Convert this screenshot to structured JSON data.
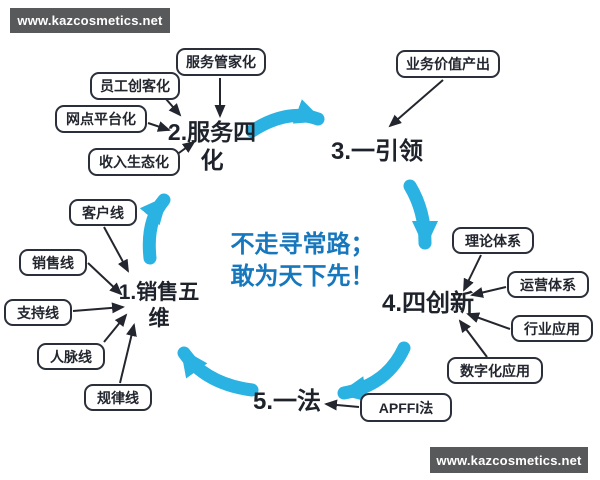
{
  "banners": {
    "top_left": "www.kazcosmetics.net",
    "bottom_right": "www.kazcosmetics.net"
  },
  "motto": {
    "line1": "不走寻常路；",
    "line2": "敢为天下先！"
  },
  "nodes": {
    "sales": {
      "line1": "1.销售五",
      "line2": "维"
    },
    "service": {
      "line1": "2.服务四",
      "line2": "化"
    },
    "lead": {
      "label": "3.一引领"
    },
    "innovation": {
      "label": "4.四创新"
    },
    "method": {
      "label": "5.一法"
    }
  },
  "boxes": {
    "service_butler": "服务管家化",
    "employee_maker": "员工创客化",
    "outlet_platform": "网点平台化",
    "income_ecology": "收入生态化",
    "business_value": "业务价值产出",
    "theory_system": "理论体系",
    "operation_system": "运营体系",
    "industry_app": "行业应用",
    "digital_app": "数字化应用",
    "apffi": "APFFI法",
    "customer_line": "客户线",
    "sales_line": "销售线",
    "support_line": "支持线",
    "network_line": "人脉线",
    "rule_line": "规律线"
  },
  "colors": {
    "banner_bg": "#58595b",
    "cyan_arrow": "#29b2e2",
    "motto_blue": "#1677bd",
    "box_border": "#2b2f3a",
    "text_dark": "#23262e"
  }
}
